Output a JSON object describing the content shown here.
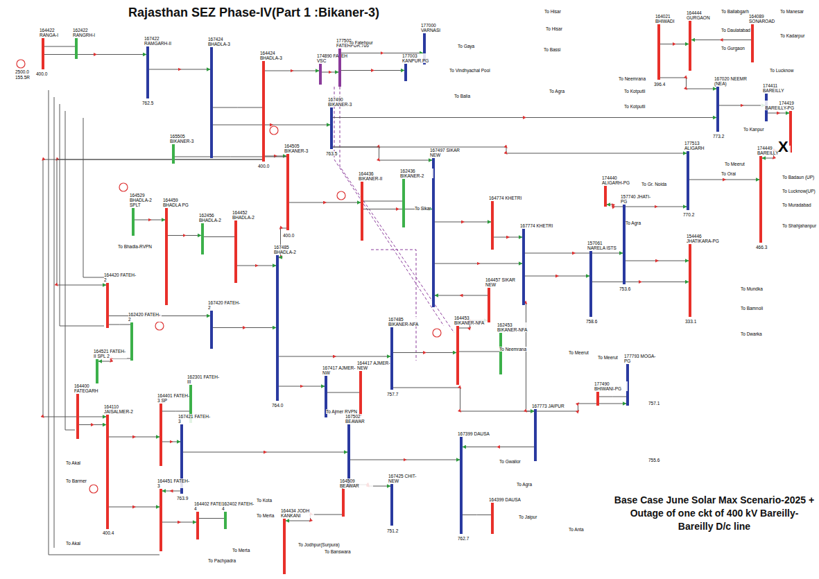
{
  "diagram": {
    "title": "Rajasthan SEZ Phase-IV(Part 1 :Bikaner-3)",
    "caption": "Base Case June Solar Max Scenario-2025 + Outage of one ckt of 400 kV Bareilly- Bareilly D/c line",
    "nodes": [
      {
        "text": [
          "164422 RANGA-I"
        ]
      },
      {
        "text": [
          "162422 RANGRH-I"
        ]
      },
      {
        "text": [
          "167422 RAMGARH-II"
        ]
      },
      {
        "text": [
          "167424 BHADLA-3"
        ]
      },
      {
        "text": [
          "164424 BHADLA-3"
        ]
      },
      {
        "text": [
          "174890 FATEH VSC"
        ]
      },
      {
        "text": [
          "177500 FATEHPUR.765"
        ]
      },
      {
        "text": [
          "177000 VARNASI"
        ]
      },
      {
        "text": [
          "177003 KANPUR.PG"
        ]
      },
      {
        "text": [
          "167490 BIKANER-3"
        ]
      },
      {
        "text": [
          "165505 BIKANER-3"
        ]
      },
      {
        "text": [
          "164505 BIKANER-3"
        ]
      },
      {
        "text": [
          "167497 SIKAR NEW"
        ]
      },
      {
        "text": [
          "164436 BIKANER-II"
        ]
      },
      {
        "text": [
          "162436 BIKANER-2"
        ]
      },
      {
        "text": [
          "164774 KHETRI"
        ]
      },
      {
        "text": [
          "167774 KHETRI"
        ]
      },
      {
        "text": [
          "157061 NARELA ISTS"
        ]
      },
      {
        "text": [
          "157740 JHATI-PG"
        ]
      },
      {
        "text": [
          "154446 JHATIKARA-PG"
        ]
      },
      {
        "text": [
          "177513 ALIGARH"
        ]
      },
      {
        "text": [
          "174440 ALIGARH-PG"
        ]
      },
      {
        "text": [
          "164021 BHIWADI"
        ]
      },
      {
        "text": [
          "164444 GURGAON"
        ]
      },
      {
        "text": [
          "164089 SONAROAD"
        ]
      },
      {
        "text": [
          "167020 NEEMR (NEA)"
        ]
      },
      {
        "text": [
          "174411 BAREILLY"
        ]
      },
      {
        "text": [
          "174419 BAREILLY-PG"
        ]
      },
      {
        "text": [
          "174449 BAREILLY"
        ]
      },
      {
        "text": [
          "164529 BHADLA-2 SPLT"
        ]
      },
      {
        "text": [
          "164459 BHADLA PG"
        ]
      },
      {
        "text": [
          "162456 BHADLA-2"
        ]
      },
      {
        "text": [
          "164452 BHADLA-2"
        ]
      },
      {
        "text": [
          "167485 BHADLA-2"
        ]
      },
      {
        "text": [
          "164420 FATEH-2"
        ]
      },
      {
        "text": [
          "162420 FATEH-2"
        ]
      },
      {
        "text": [
          "167420 FATEH-2"
        ]
      },
      {
        "text": [
          "164521 FATEH-II SPL 2"
        ]
      },
      {
        "text": [
          "164400 FATEGARH"
        ]
      },
      {
        "text": [
          "164110 JAISALMER-2"
        ]
      },
      {
        "text": [
          "164401 FATEH-3 SP"
        ]
      },
      {
        "text": [
          "162301 FATEH-III"
        ]
      },
      {
        "text": [
          "167421 FATEH-3"
        ]
      },
      {
        "text": [
          "164451 FATEH-3"
        ]
      },
      {
        "text": [
          "164402 FATEH-4"
        ]
      },
      {
        "text": [
          "162402 FATEH-4"
        ]
      },
      {
        "text": [
          "164434 JODH KANKANI"
        ]
      },
      {
        "text": [
          "167417 AJMER-NW"
        ]
      },
      {
        "text": [
          "164417 AJMER-NEW"
        ]
      },
      {
        "text": [
          "167485 BIKANER-NFA"
        ]
      },
      {
        "text": [
          "164453 BIKANER-NFA"
        ]
      },
      {
        "text": [
          "162453 BIKANER-NFA"
        ]
      },
      {
        "text": [
          "164457 SIKAR NEW"
        ]
      },
      {
        "text": [
          "167773 JAIPUR"
        ]
      },
      {
        "text": [
          "167502 BEAWAR"
        ]
      },
      {
        "text": [
          "164509 BEAWAR"
        ]
      },
      {
        "text": [
          "167425 CHIT-NEW"
        ]
      },
      {
        "text": [
          "167399 DAUSA"
        ]
      },
      {
        "text": [
          "164399 DAUSA"
        ]
      },
      {
        "text": [
          "177793 MOGA-PG"
        ]
      },
      {
        "text": [
          "177490 BHIWANI-PG"
        ]
      }
    ],
    "edges": [
      {
        "from": 0,
        "to": 2,
        "arrow": "to"
      },
      {
        "from": 1,
        "to": 0,
        "arrow": "none"
      },
      {
        "from": 2,
        "to": 3,
        "arrow": "to"
      },
      {
        "from": 3,
        "to": 4,
        "arrow": "none"
      },
      {
        "from": 4,
        "to": 5,
        "arrow": "to"
      },
      {
        "from": 5,
        "to": 6,
        "arrow": "to"
      },
      {
        "from": 6,
        "to": 7,
        "arrow": "to"
      },
      {
        "from": 6,
        "to": 8,
        "arrow": "to"
      },
      {
        "from": 3,
        "to": 9,
        "arrow": "to"
      },
      {
        "from": 4,
        "to": 11,
        "arrow": "to"
      },
      {
        "from": 9,
        "to": 12,
        "arrow": "to"
      },
      {
        "from": 9,
        "to": 25,
        "arrow": "to"
      },
      {
        "from": 9,
        "to": 20,
        "arrow": "to"
      },
      {
        "from": 11,
        "to": 10,
        "arrow": "none"
      },
      {
        "from": 11,
        "to": 13,
        "arrow": "to"
      },
      {
        "from": 11,
        "to": 33,
        "arrow": "to"
      },
      {
        "from": 13,
        "to": 14,
        "arrow": "none"
      },
      {
        "from": 13,
        "to": 12,
        "arrow": "to"
      },
      {
        "from": 12,
        "to": 16,
        "arrow": "to"
      },
      {
        "from": 15,
        "to": 16,
        "arrow": "to"
      },
      {
        "from": 12,
        "to": 15,
        "arrow": "to"
      },
      {
        "from": 16,
        "to": 17,
        "arrow": "to"
      },
      {
        "from": 16,
        "to": 18,
        "arrow": "to"
      },
      {
        "from": 18,
        "to": 21,
        "arrow": "to"
      },
      {
        "from": 18,
        "to": 19,
        "arrow": "to"
      },
      {
        "from": 18,
        "to": 20,
        "arrow": "to"
      },
      {
        "from": 22,
        "to": 23,
        "arrow": "to"
      },
      {
        "from": 22,
        "to": 25,
        "arrow": "to"
      },
      {
        "from": 24,
        "to": 23,
        "arrow": "to"
      },
      {
        "from": 25,
        "to": 26,
        "arrow": "to"
      },
      {
        "from": 26,
        "to": 27,
        "arrow": "to"
      },
      {
        "from": 27,
        "to": 28,
        "arrow": "to"
      },
      {
        "from": 20,
        "to": 28,
        "arrow": "to"
      },
      {
        "from": 29,
        "to": 30,
        "arrow": "to"
      },
      {
        "from": 30,
        "to": 31,
        "arrow": "to"
      },
      {
        "from": 31,
        "to": 32,
        "arrow": "none"
      },
      {
        "from": 32,
        "to": 33,
        "arrow": "to"
      },
      {
        "from": 4,
        "to": 34,
        "arrow": "to"
      },
      {
        "from": 4,
        "to": 39,
        "arrow": "to"
      },
      {
        "from": 34,
        "to": 35,
        "arrow": "none"
      },
      {
        "from": 34,
        "to": 36,
        "arrow": "to"
      },
      {
        "from": 36,
        "to": 33,
        "arrow": "to"
      },
      {
        "from": 35,
        "to": 37,
        "arrow": "to"
      },
      {
        "from": 38,
        "to": 39,
        "arrow": "to"
      },
      {
        "from": 39,
        "to": 40,
        "arrow": "to"
      },
      {
        "from": 40,
        "to": 41,
        "arrow": "none"
      },
      {
        "from": 40,
        "to": 42,
        "arrow": "to"
      },
      {
        "from": 42,
        "to": 43,
        "arrow": "to"
      },
      {
        "from": 43,
        "to": 44,
        "arrow": "to"
      },
      {
        "from": 44,
        "to": 45,
        "arrow": "none"
      },
      {
        "from": 42,
        "to": 54,
        "arrow": "to"
      },
      {
        "from": 33,
        "to": 47,
        "arrow": "to"
      },
      {
        "from": 47,
        "to": 48,
        "arrow": "none"
      },
      {
        "from": 33,
        "to": 49,
        "arrow": "to"
      },
      {
        "from": 49,
        "to": 50,
        "arrow": "to"
      },
      {
        "from": 50,
        "to": 51,
        "arrow": "none"
      },
      {
        "from": 50,
        "to": 52,
        "arrow": "to"
      },
      {
        "from": 52,
        "to": 12,
        "arrow": "to"
      },
      {
        "from": 49,
        "to": 53,
        "arrow": "to"
      },
      {
        "from": 53,
        "to": 57,
        "arrow": "to"
      },
      {
        "from": 54,
        "to": 55,
        "arrow": "none"
      },
      {
        "from": 54,
        "to": 56,
        "arrow": "to"
      },
      {
        "from": 57,
        "to": 58,
        "arrow": "none"
      },
      {
        "from": 54,
        "to": 57,
        "arrow": "to"
      },
      {
        "from": 53,
        "to": 59,
        "arrow": "to"
      },
      {
        "from": 59,
        "to": 60,
        "arrow": "none"
      },
      {
        "from": 16,
        "to": 53,
        "arrow": "to"
      },
      {
        "from": 39,
        "to": 43,
        "arrow": "to"
      },
      {
        "from": 55,
        "to": 46,
        "arrow": "to"
      },
      {
        "from": 17,
        "to": 19,
        "arrow": "to"
      }
    ],
    "labels": [
      "To Fatehpur",
      "To Gaya",
      "To Vindhyachal Pool",
      "To Balia",
      "To Hisar",
      "To Hisar",
      "To Bassi",
      "To Agra",
      "To Neemrana",
      "To Kotputli",
      "To Kotputli",
      "To Ballabgarh",
      "To Daulatabad",
      "To Gurgaon",
      "To Manesar",
      "To Kadarpur",
      "To Lucknow",
      "To Kanpur",
      "To Meerut",
      "To Orai",
      "To Gr. Noida",
      "To Agra",
      "To Badaun (UP)",
      "To Lucknow(UP)",
      "To Muradabad",
      "To Shahjahanpur",
      "To Mundka",
      "To Bamnoli",
      "To Dwarka",
      "To Meerut",
      "To Meerut",
      "To Neemrana",
      "To Sikar",
      "To Bhadla-RVPN",
      "To Ajmer RVPN",
      "To Kota",
      "To Merta",
      "To Merta",
      "To Banswara",
      "To Gwalior",
      "To Agra",
      "To Jaipur",
      "To Anta",
      "To Akal",
      "To Barmer",
      "To Akal",
      "To Pachpadra",
      "To Jodhpur(Surpura)",
      "X",
      "2500.0",
      "155.5R",
      "400.0",
      "762.5",
      "400.0",
      "763.5",
      "400.0",
      "773.2",
      "770.2",
      "758.6",
      "753.6",
      "333.1",
      "764.0",
      "757.7",
      "400.4",
      "763.9",
      "757.1",
      "755.6",
      "762.7",
      "751.2",
      "396.4",
      "466.3"
    ]
  }
}
